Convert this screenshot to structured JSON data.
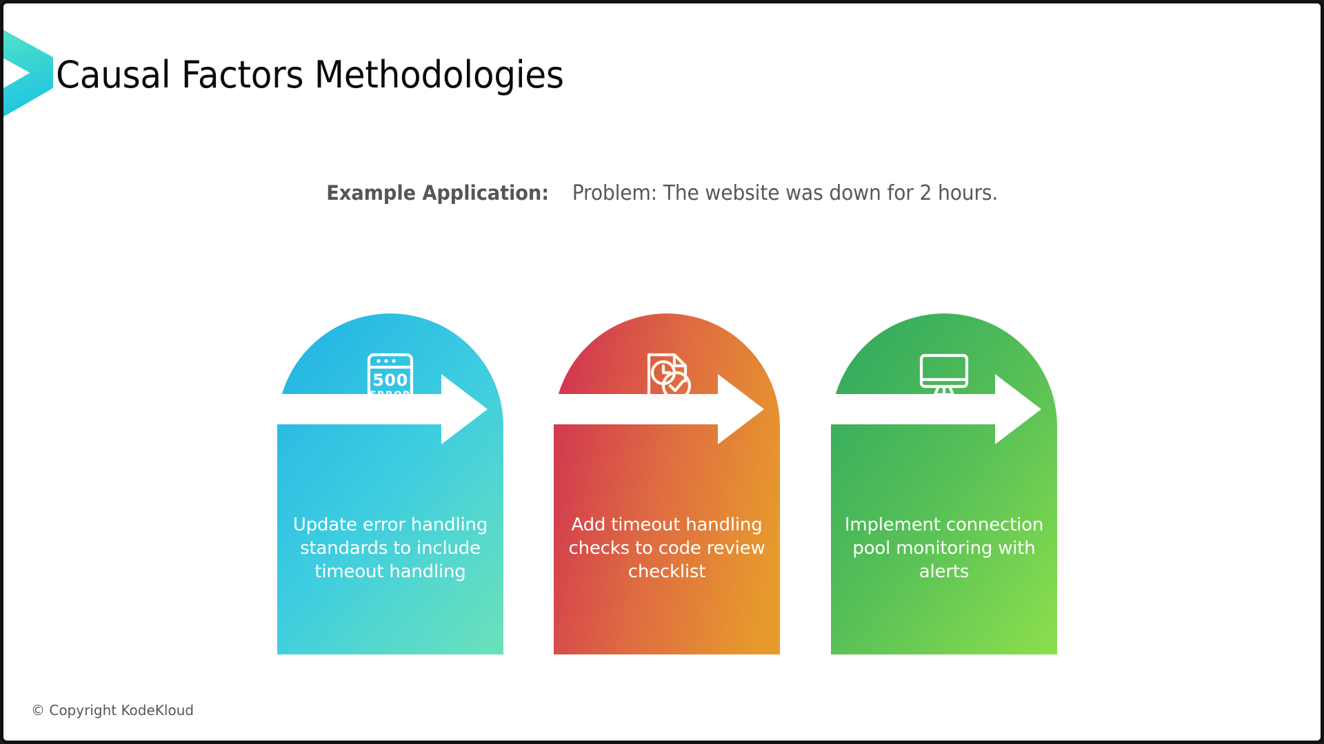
{
  "slide": {
    "title": "Causal Factors Methodologies",
    "footer": "© Copyright KodeKloud",
    "background_color": "#ffffff",
    "title_color": "#0a0a0a"
  },
  "decoration": {
    "chevron_icon": "chevron-right-icon",
    "chevron_color_top": "#4ee0c6",
    "chevron_color_bottom": "#24c6e0"
  },
  "intro": {
    "heading": "Example Application:",
    "problem": "Problem: The website was down for 2 hours.",
    "text_color": "#575757"
  },
  "cards": [
    {
      "id": "card-update-error-handling",
      "caption": "Update error handling standards to include timeout handling",
      "icon": "browser-500-error-icon",
      "icon_label_primary": "500",
      "icon_label_secondary": "ERROR",
      "gradient_start": "#2ab8e0",
      "gradient_end": "#62ddc0",
      "arrow_icon": "arrow-right-icon"
    },
    {
      "id": "card-add-timeout-checks",
      "caption": "Add timeout handling checks to code review checklist",
      "icon": "document-clock-check-icon",
      "gradient_start": "#d83a4c",
      "gradient_end": "#e8952e",
      "arrow_icon": "arrow-right-icon"
    },
    {
      "id": "card-implement-pool-monitoring",
      "caption": "Implement connection pool monitoring with alerts",
      "icon": "desktop-monitor-icon",
      "gradient_start": "#32ab5e",
      "gradient_end": "#85d94e",
      "arrow_icon": "arrow-right-icon"
    }
  ]
}
